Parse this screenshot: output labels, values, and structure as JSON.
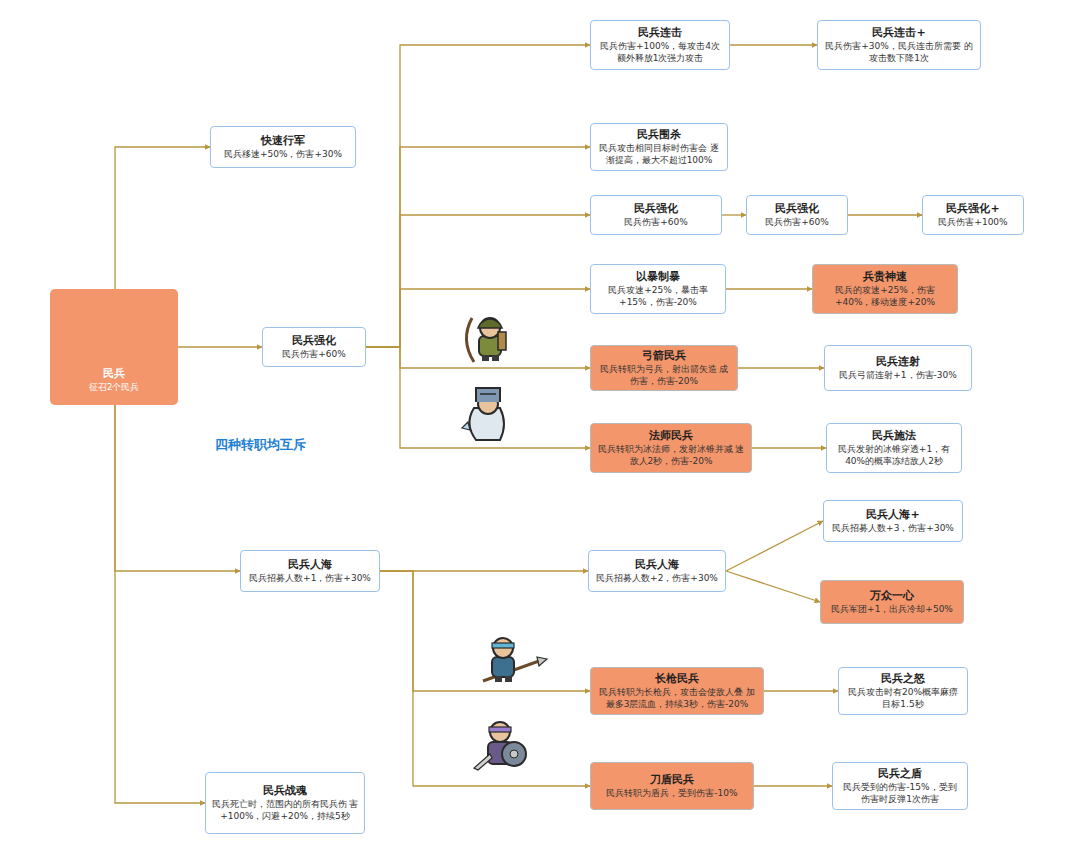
{
  "diagram": {
    "nodes": [
      {
        "text": [
          "民兵",
          "征召2个民兵"
        ]
      },
      {
        "text": [
          "快速行军",
          "民兵移速+50%，伤害+30%"
        ]
      },
      {
        "text": [
          "民兵强化",
          "民兵伤害+60%"
        ]
      },
      {
        "text": [
          "民兵连击",
          "民兵伤害+100%，每攻击4次 额外释放1次强力攻击"
        ]
      },
      {
        "text": [
          "民兵连击+",
          "民兵伤害+30%，民兵连击所需要 的攻击数下降1次"
        ]
      },
      {
        "text": [
          "民兵围杀",
          "民兵攻击相同目标时伤害会 逐渐提高，最大不超过100%"
        ]
      },
      {
        "text": [
          "民兵强化",
          "民兵伤害+60%"
        ]
      },
      {
        "text": [
          "民兵强化",
          "民兵伤害+60%"
        ]
      },
      {
        "text": [
          "民兵强化+",
          "民兵伤害+100%"
        ]
      },
      {
        "text": [
          "以暴制暴",
          "民兵攻速+25%，暴击率 +15%，伤害-20%"
        ]
      },
      {
        "text": [
          "兵贵神速",
          "民兵的攻速+25%，伤害 +40%，移动速度+20%"
        ]
      },
      {
        "text": [
          "弓箭民兵",
          "民兵转职为弓兵，射出箭矢造 成伤害，伤害-20%"
        ]
      },
      {
        "text": [
          "民兵连射",
          "民兵弓箭连射+1，伤害-30%"
        ]
      },
      {
        "text": [
          "法师民兵",
          "民兵转职为冰法师，发射冰锥并减 速敌人2秒，伤害-20%"
        ]
      },
      {
        "text": [
          "民兵施法",
          "民兵发射的冰锥穿透+1，有 40%的概率冻结敌人2秒"
        ]
      },
      {
        "text": [
          "民兵人海",
          "民兵招募人数+1，伤害+30%"
        ]
      },
      {
        "text": [
          "民兵人海",
          "民兵招募人数+2，伤害+30%"
        ]
      },
      {
        "text": [
          "民兵人海+",
          "民兵招募人数+3，伤害+30%"
        ]
      },
      {
        "text": [
          "万众一心",
          "民兵军团+1，出兵冷却+50%"
        ]
      },
      {
        "text": [
          "长枪民兵",
          "民兵转职为长枪兵，攻击会使敌人叠 加最多3层流血，持续3秒，伤害-20%"
        ]
      },
      {
        "text": [
          "民兵之怒",
          "民兵攻击时有20%概率麻痹 目标1.5秒"
        ]
      },
      {
        "text": [
          "刀盾民兵",
          "民兵转职为盾兵，受到伤害-10%"
        ]
      },
      {
        "text": [
          "民兵之盾",
          "民兵受到的伤害-15%，受到 伤害时反弹1次伤害"
        ]
      },
      {
        "text": [
          "民兵战魂",
          "民兵死亡时，范围内的所有民兵伤 害+100%，闪避+20%，持续5秒"
        ]
      }
    ],
    "edges": [
      {
        "from": 0,
        "to": 1,
        "arrow": "to"
      },
      {
        "from": 0,
        "to": 2,
        "arrow": "to"
      },
      {
        "from": 0,
        "to": 15,
        "arrow": "to"
      },
      {
        "from": 0,
        "to": 23,
        "arrow": "to"
      },
      {
        "from": 2,
        "to": 3,
        "arrow": "to"
      },
      {
        "from": 2,
        "to": 5,
        "arrow": "to"
      },
      {
        "from": 2,
        "to": 6,
        "arrow": "to"
      },
      {
        "from": 2,
        "to": 9,
        "arrow": "to"
      },
      {
        "from": 2,
        "to": 11,
        "arrow": "to"
      },
      {
        "from": 2,
        "to": 13,
        "arrow": "to"
      },
      {
        "from": 3,
        "to": 4,
        "arrow": "to"
      },
      {
        "from": 6,
        "to": 7,
        "arrow": "to"
      },
      {
        "from": 7,
        "to": 8,
        "arrow": "to"
      },
      {
        "from": 9,
        "to": 10,
        "arrow": "to"
      },
      {
        "from": 11,
        "to": 12,
        "arrow": "to"
      },
      {
        "from": 13,
        "to": 14,
        "arrow": "to"
      },
      {
        "from": 15,
        "to": 16,
        "arrow": "to"
      },
      {
        "from": 15,
        "to": 19,
        "arrow": "to"
      },
      {
        "from": 15,
        "to": 21,
        "arrow": "to"
      },
      {
        "from": 16,
        "to": 17,
        "arrow": "to"
      },
      {
        "from": 16,
        "to": 18,
        "arrow": "to"
      },
      {
        "from": 19,
        "to": 20,
        "arrow": "to"
      },
      {
        "from": 21,
        "to": 22,
        "arrow": "to"
      }
    ],
    "labels": [
      "四种转职均互斥"
    ]
  }
}
